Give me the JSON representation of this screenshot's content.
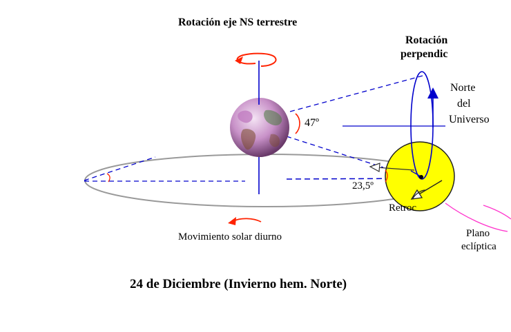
{
  "diagram": {
    "title_top": "Rotación eje NS terrestre",
    "perp_line1": "Rotación",
    "perp_line2": "perpendic",
    "norte_line1": "Norte",
    "norte_line2": "del",
    "norte_line3": "Universo",
    "angle_47": "47º",
    "angle_23": "23,5º",
    "retroc": "Retroc",
    "plano_line1": "Plano",
    "plano_line2": "eclíptica",
    "movimiento": "Movimiento solar diurno",
    "caption": "24 de Diciembre (Invierno hem. Norte)"
  },
  "colors": {
    "axis_blue": "#0000cc",
    "rotation_red": "#ff2200",
    "sun_yellow": "#ffff00",
    "ecliptic_magenta": "#ff33cc",
    "orbit_gray": "#999999",
    "earth_purple": "#c080c0",
    "earth_dark": "#402040",
    "earth_land": "#6a8a40"
  }
}
